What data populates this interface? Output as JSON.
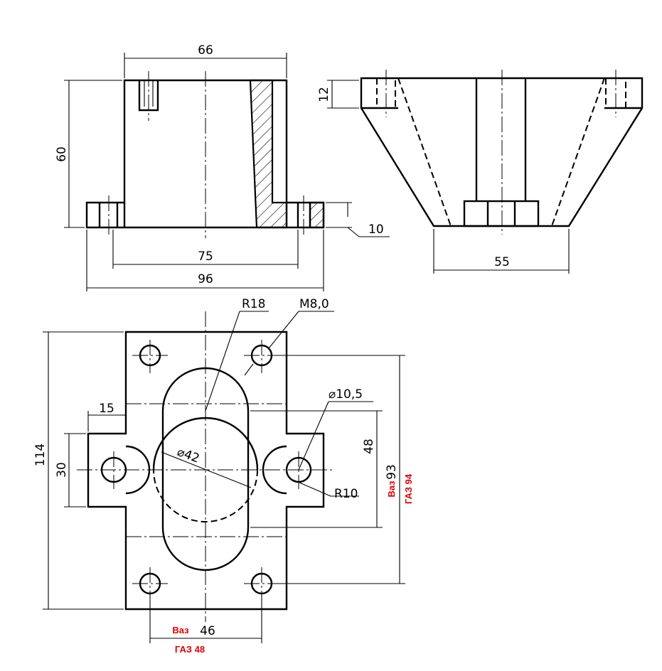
{
  "dimensions": {
    "front_width_top": "66",
    "front_height": "60",
    "flange_thickness": "10",
    "hole_spacing": "75",
    "overall_width": "96",
    "side_top_thickness": "12",
    "side_bottom_width": "55",
    "radius_slot": "R18",
    "thread": "M8,0",
    "hole_diameter": "⌀10,5",
    "bore_diameter": "⌀42",
    "radius_notch": "R10",
    "plate_height": "114",
    "flange_width": "15",
    "flange_height": "30",
    "slot_length": "48",
    "hole_vertical_spacing": "93",
    "hole_horizontal_spacing": "46"
  },
  "annotations": {
    "vaz_vertical": "Ваз",
    "gaz_vertical": "ГАЗ 94",
    "vaz_horizontal": "Ваз",
    "gaz_horizontal": "ГАЗ 48"
  },
  "colors": {
    "line": "#000000",
    "annotation": "#e00000"
  }
}
